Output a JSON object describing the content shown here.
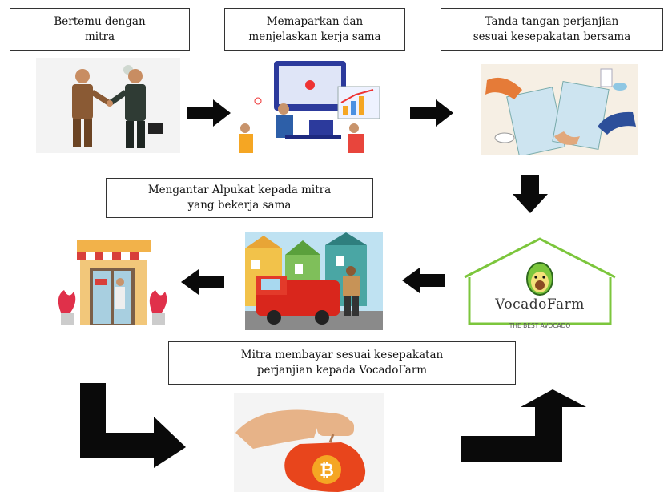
{
  "steps": {
    "step1": "Bertemu dengan\nmitra",
    "step2": "Memaparkan dan\nmenjelaskan kerja sama",
    "step3": "Tanda tangan perjanjian\nsesuai kesepakatan bersama",
    "step4": "Mengantar Alpukat kepada mitra\nyang bekerja sama",
    "step5": "Mitra membayar sesuai kesepakatan\nperjanjian kepada VocadoFarm"
  },
  "logo": {
    "name": "VocadoFarm",
    "tagline": "THE BEST AVOCADO"
  },
  "colors": {
    "arrow": "#0a0a0a",
    "logo_green": "#7cc63c",
    "bag": "#e8451c",
    "truck": "#d9261c"
  }
}
